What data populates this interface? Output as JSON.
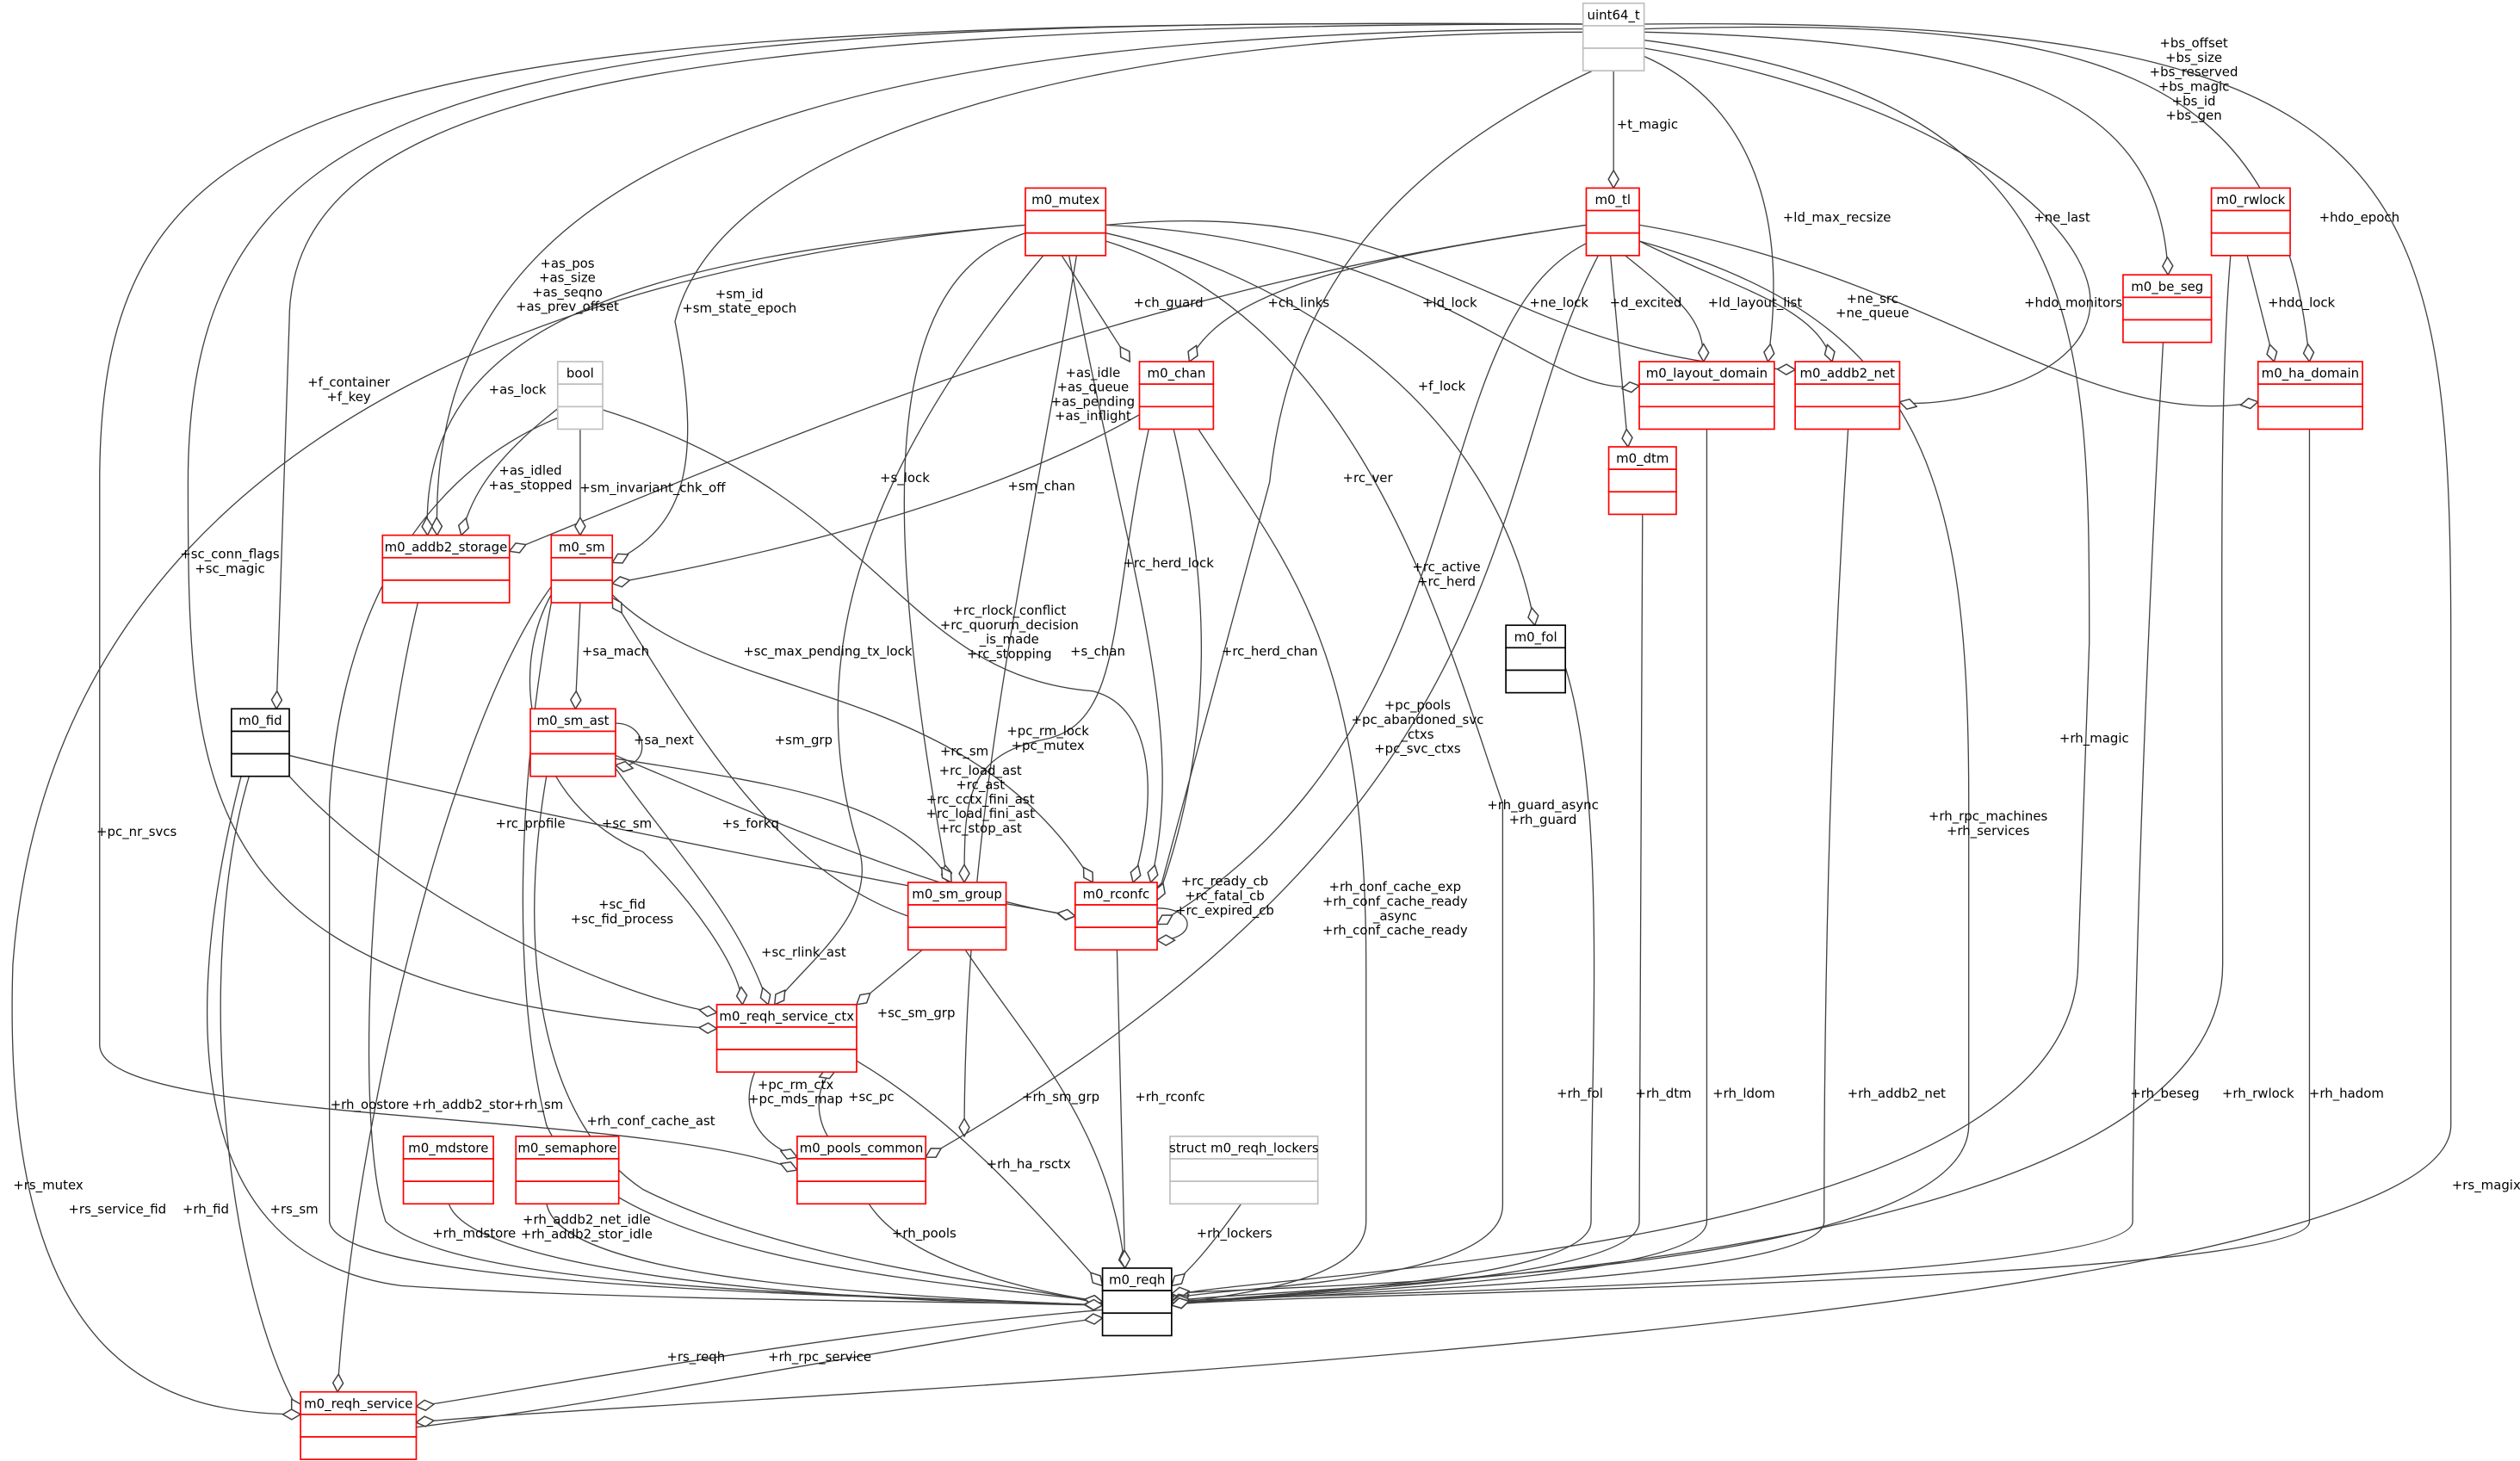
{
  "colors": {
    "truncated_border": "#ff0000",
    "external_border": "#bfbfbf",
    "complete_border": "#000000",
    "focus_fill": "#bfbfbf",
    "edge": "#404040"
  },
  "nodes": {
    "uint64_t": "uint64_t",
    "m0_mutex": "m0_mutex",
    "m0_tl": "m0_tl",
    "m0_rwlock": "m0_rwlock",
    "m0_be_seg": "m0_be_seg",
    "bool": "bool",
    "m0_chan": "m0_chan",
    "m0_layout_domain": "m0_layout_domain",
    "m0_addb2_net": "m0_addb2_net",
    "m0_ha_domain": "m0_ha_domain",
    "m0_dtm": "m0_dtm",
    "m0_addb2_storage": "m0_addb2_storage",
    "m0_sm": "m0_sm",
    "m0_fol": "m0_fol",
    "m0_fid": "m0_fid",
    "m0_sm_ast": "m0_sm_ast",
    "m0_sm_group": "m0_sm_group",
    "m0_rconfc": "m0_rconfc",
    "m0_reqh_service_ctx": "m0_reqh_service_ctx",
    "m0_mdstore": "m0_mdstore",
    "m0_semaphore": "m0_semaphore",
    "m0_pools_common": "m0_pools_common",
    "m0_reqh_lockers": "struct m0_reqh_lockers",
    "m0_reqh": "m0_reqh",
    "m0_reqh_service": "m0_reqh_service"
  },
  "edges": [
    {
      "from": "uint64_t",
      "to": "m0_tl",
      "label": [
        "+t_magic"
      ]
    },
    {
      "from": "uint64_t",
      "to": "m0_be_seg",
      "label": [
        "+bs_offset",
        "+bs_size",
        "+bs_reserved",
        "+bs_magic",
        "+bs_id",
        "+bs_gen"
      ]
    },
    {
      "from": "uint64_t",
      "to": "m0_ha_domain",
      "label": [
        "+hdo_epoch"
      ]
    },
    {
      "from": "uint64_t",
      "to": "m0_reqh_service",
      "label": [
        "+rs_magix"
      ]
    },
    {
      "from": "uint64_t",
      "to": "m0_reqh",
      "label": [
        "+rh_magic"
      ]
    },
    {
      "from": "uint64_t",
      "to": "m0_addb2_net",
      "label": [
        "+ne_last"
      ]
    },
    {
      "from": "uint64_t",
      "to": "m0_layout_domain",
      "label": [
        "+ld_max_recsize"
      ]
    },
    {
      "from": "uint64_t",
      "to": "m0_rconfc",
      "label": [
        "+rc_ver"
      ]
    },
    {
      "from": "uint64_t",
      "to": "m0_sm",
      "label": [
        "+sm_id",
        "+sm_state_epoch"
      ]
    },
    {
      "from": "uint64_t",
      "to": "m0_addb2_storage",
      "label": [
        "+as_pos",
        "+as_size",
        "+as_seqno",
        "+as_prev_offset"
      ]
    },
    {
      "from": "uint64_t",
      "to": "m0_fid",
      "label": [
        "+f_container",
        "+f_key"
      ]
    },
    {
      "from": "uint64_t",
      "to": "m0_reqh_service_ctx",
      "label": [
        "+sc_conn_flags",
        "+sc_magic"
      ]
    },
    {
      "from": "uint64_t",
      "to": "m0_pools_common",
      "label": [
        "+pc_nr_svcs"
      ]
    },
    {
      "from": "m0_mutex",
      "to": "m0_reqh_service",
      "label": [
        "+rs_mutex"
      ]
    },
    {
      "from": "m0_mutex",
      "to": "m0_addb2_storage",
      "label": [
        "+as_lock"
      ]
    },
    {
      "from": "m0_mutex",
      "to": "m0_chan",
      "label": [
        "+ch_guard"
      ]
    },
    {
      "from": "m0_mutex",
      "to": "m0_sm_group",
      "label": [
        "+s_lock"
      ]
    },
    {
      "from": "m0_mutex",
      "to": "m0_reqh_service_ctx",
      "label": [
        "+sc_max_pending_tx_lock"
      ]
    },
    {
      "from": "m0_mutex",
      "to": "m0_rconfc",
      "label": [
        "+rc_herd_lock"
      ]
    },
    {
      "from": "m0_mutex",
      "to": "m0_pools_common",
      "label": [
        "+pc_rm_lock",
        "+pc_mutex"
      ]
    },
    {
      "from": "m0_mutex",
      "to": "m0_layout_domain",
      "label": [
        "+ld_lock"
      ]
    },
    {
      "from": "m0_mutex",
      "to": "m0_addb2_net",
      "label": [
        "+ne_lock"
      ]
    },
    {
      "from": "m0_mutex",
      "to": "m0_fol",
      "label": [
        "+f_lock"
      ]
    },
    {
      "from": "m0_mutex",
      "to": "m0_reqh",
      "label": [
        "+rh_guard_async",
        "+rh_guard"
      ]
    },
    {
      "from": "m0_tl",
      "to": "m0_chan",
      "label": [
        "+ch_links"
      ]
    },
    {
      "from": "m0_tl",
      "to": "m0_addb2_storage",
      "label": [
        "+as_idle",
        "+as_queue",
        "+as_pending",
        "+as_inflight"
      ]
    },
    {
      "from": "m0_tl",
      "to": "m0_dtm",
      "label": [
        "+d_excited"
      ]
    },
    {
      "from": "m0_tl",
      "to": "m0_layout_domain",
      "label": [
        "+ld_layout_list"
      ]
    },
    {
      "from": "m0_tl",
      "to": "m0_addb2_net",
      "label": [
        "+ne_src",
        "+ne_queue"
      ]
    },
    {
      "from": "m0_tl",
      "to": "m0_ha_domain",
      "label": [
        "+hdo_monitors"
      ]
    },
    {
      "from": "m0_tl",
      "to": "m0_rconfc",
      "label": [
        "+rc_active",
        "+rc_herd"
      ]
    },
    {
      "from": "m0_tl",
      "to": "m0_pools_common",
      "label": [
        "+pc_pools",
        "+pc_abandoned_svc",
        "_ctxs",
        "+pc_svc_ctxs"
      ]
    },
    {
      "from": "m0_tl",
      "to": "m0_reqh",
      "label": [
        "+rh_rpc_machines",
        "+rh_services"
      ]
    },
    {
      "from": "m0_rwlock",
      "to": "m0_ha_domain",
      "label": [
        "+hdo_lock"
      ]
    },
    {
      "from": "m0_rwlock",
      "to": "m0_reqh",
      "label": [
        "+rh_rwlock"
      ]
    },
    {
      "from": "m0_be_seg",
      "to": "m0_reqh",
      "label": [
        "+rh_beseg"
      ]
    },
    {
      "from": "m0_ha_domain",
      "to": "m0_reqh",
      "label": [
        "+rh_hadom"
      ]
    },
    {
      "from": "m0_addb2_net",
      "to": "m0_reqh",
      "label": [
        "+rh_addb2_net"
      ]
    },
    {
      "from": "m0_layout_domain",
      "to": "m0_reqh",
      "label": [
        "+rh_ldom"
      ]
    },
    {
      "from": "m0_dtm",
      "to": "m0_reqh",
      "label": [
        "+rh_dtm"
      ]
    },
    {
      "from": "m0_fol",
      "to": "m0_reqh",
      "label": [
        "+rh_fol"
      ]
    },
    {
      "from": "bool",
      "to": "m0_addb2_storage",
      "label": [
        "+as_idled",
        "+as_stopped"
      ]
    },
    {
      "from": "bool",
      "to": "m0_sm",
      "label": [
        "+sm_invariant_chk_off"
      ]
    },
    {
      "from": "bool",
      "to": "m0_rconfc",
      "label": [
        "+rc_rlock_conflict",
        "+rc_quorum_decision",
        "_is_made",
        "+rc_stopping"
      ]
    },
    {
      "from": "bool",
      "to": "m0_reqh",
      "label": [
        "+rh_oostore"
      ]
    },
    {
      "from": "m0_chan",
      "to": "m0_sm",
      "label": [
        "+sm_chan"
      ]
    },
    {
      "from": "m0_chan",
      "to": "m0_sm_group",
      "label": [
        "+s_chan"
      ]
    },
    {
      "from": "m0_chan",
      "to": "m0_rconfc",
      "label": [
        "+rc_herd_chan"
      ]
    },
    {
      "from": "m0_chan",
      "to": "m0_reqh",
      "label": [
        "+rh_conf_cache_exp",
        "+rh_conf_cache_ready",
        "_async",
        "+rh_conf_cache_ready"
      ]
    },
    {
      "from": "m0_sm",
      "to": "m0_sm_ast",
      "label": [
        "+sa_mach"
      ]
    },
    {
      "from": "m0_sm",
      "to": "m0_rconfc",
      "label": [
        "+rc_sm"
      ]
    },
    {
      "from": "m0_sm",
      "to": "m0_reqh_service_ctx",
      "label": [
        "+sc_sm"
      ]
    },
    {
      "from": "m0_sm",
      "to": "m0_reqh_service",
      "label": [
        "+rs_sm"
      ]
    },
    {
      "from": "m0_sm",
      "to": "m0_reqh",
      "label": [
        "+rh_sm"
      ]
    },
    {
      "from": "m0_sm_ast",
      "to": "m0_sm_ast",
      "label": [
        "+sa_next"
      ]
    },
    {
      "from": "m0_sm_ast",
      "to": "m0_rconfc",
      "label": [
        "+rc_load_ast",
        "+rc_ast",
        "+rc_cctx_fini_ast",
        "+rc_load_fini_ast",
        "+rc_stop_ast"
      ]
    },
    {
      "from": "m0_sm_ast",
      "to": "m0_reqh_service_ctx",
      "label": [
        "+sc_rlink_ast"
      ]
    },
    {
      "from": "m0_sm_ast",
      "to": "m0_reqh",
      "label": [
        "+rh_conf_cache_ast"
      ]
    },
    {
      "from": "m0_sm_group",
      "to": "m0_sm",
      "label": [
        "+sm_grp"
      ]
    },
    {
      "from": "m0_sm_ast",
      "to": "m0_sm_group",
      "label": [
        "+s_forkq"
      ]
    },
    {
      "from": "m0_sm_group",
      "to": "m0_reqh_service_ctx",
      "label": [
        "+sc_sm_grp"
      ]
    },
    {
      "from": "m0_sm_group",
      "to": "m0_reqh",
      "label": [
        "+rh_sm_grp"
      ]
    },
    {
      "from": "m0_fid",
      "to": "m0_rconfc",
      "label": [
        "+rc_profile"
      ]
    },
    {
      "from": "m0_fid",
      "to": "m0_reqh_service_ctx",
      "label": [
        "+sc_fid",
        "+sc_fid_process"
      ]
    },
    {
      "from": "m0_fid",
      "to": "m0_reqh_service",
      "label": [
        "+rs_service_fid"
      ]
    },
    {
      "from": "m0_fid",
      "to": "m0_reqh",
      "label": [
        "+rh_fid"
      ]
    },
    {
      "from": "m0_rconfc",
      "to": "m0_rconfc",
      "label": [
        "+rc_ready_cb",
        "+rc_fatal_cb",
        "+rc_expired_cb"
      ]
    },
    {
      "from": "m0_rconfc",
      "to": "m0_reqh",
      "label": [
        "+rh_rconfc"
      ]
    },
    {
      "from": "m0_reqh_service_ctx",
      "to": "m0_pools_common",
      "label": [
        "+pc_rm_ctx",
        "+pc_mds_map"
      ]
    },
    {
      "from": "m0_pools_common",
      "to": "m0_reqh_service_ctx",
      "label": [
        "+sc_pc"
      ]
    },
    {
      "from": "m0_reqh_service_ctx",
      "to": "m0_reqh",
      "label": [
        "+rh_ha_rsctx"
      ]
    },
    {
      "from": "m0_pools_common",
      "to": "m0_reqh",
      "label": [
        "+rh_pools"
      ]
    },
    {
      "from": "m0_mdstore",
      "to": "m0_reqh",
      "label": [
        "+rh_mdstore"
      ]
    },
    {
      "from": "m0_semaphore",
      "to": "m0_reqh",
      "label": [
        "+rh_addb2_net_idle",
        "+rh_addb2_stor_idle"
      ]
    },
    {
      "from": "m0_reqh_lockers",
      "to": "m0_reqh",
      "label": [
        "+rh_lockers"
      ]
    },
    {
      "from": "m0_addb2_storage",
      "to": "m0_reqh",
      "label": [
        "+rh_addb2_stor"
      ]
    },
    {
      "from": "m0_reqh",
      "to": "m0_reqh_service",
      "label": [
        "+rs_reqh"
      ]
    },
    {
      "from": "m0_reqh_service",
      "to": "m0_reqh",
      "label": [
        "+rh_rpc_service"
      ]
    }
  ]
}
